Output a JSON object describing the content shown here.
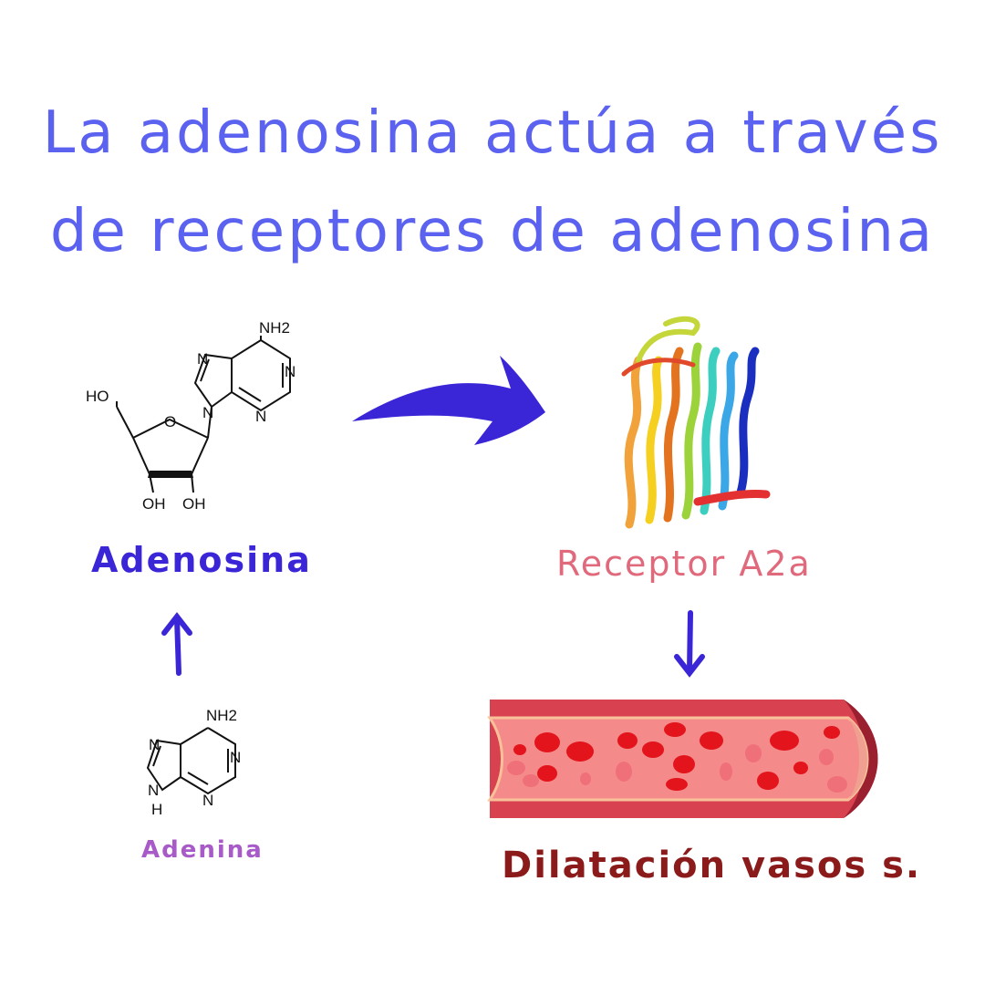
{
  "title": {
    "line1": "La adenosina actúa a través",
    "line2": "de receptores de adenosina"
  },
  "adenosine": {
    "label": "Adenosina",
    "color": "#3a26d6",
    "atoms": {
      "nh2": "NH2",
      "n1": "N",
      "n2": "N",
      "n3": "N",
      "n4": "N",
      "ho": "HO",
      "o": "O",
      "oh1": "OH",
      "oh2": "OH"
    }
  },
  "adenine": {
    "label": "Adenina",
    "color": "#a85ac8",
    "atoms": {
      "nh2": "NH2",
      "n1": "N",
      "n2": "N",
      "n3": "N",
      "n4": "N",
      "h": "H"
    }
  },
  "receptor": {
    "label": "Receptor A2a",
    "color": "#e0697c"
  },
  "vessel": {
    "label": "Dilatación vasos s.",
    "color": "#8b1a1a"
  },
  "colors": {
    "title": "#5c62f0",
    "arrow": "#3a26d6",
    "vessel_wall": "#d8414f",
    "blood": "#f58a8a",
    "cell": "#e3141b"
  }
}
